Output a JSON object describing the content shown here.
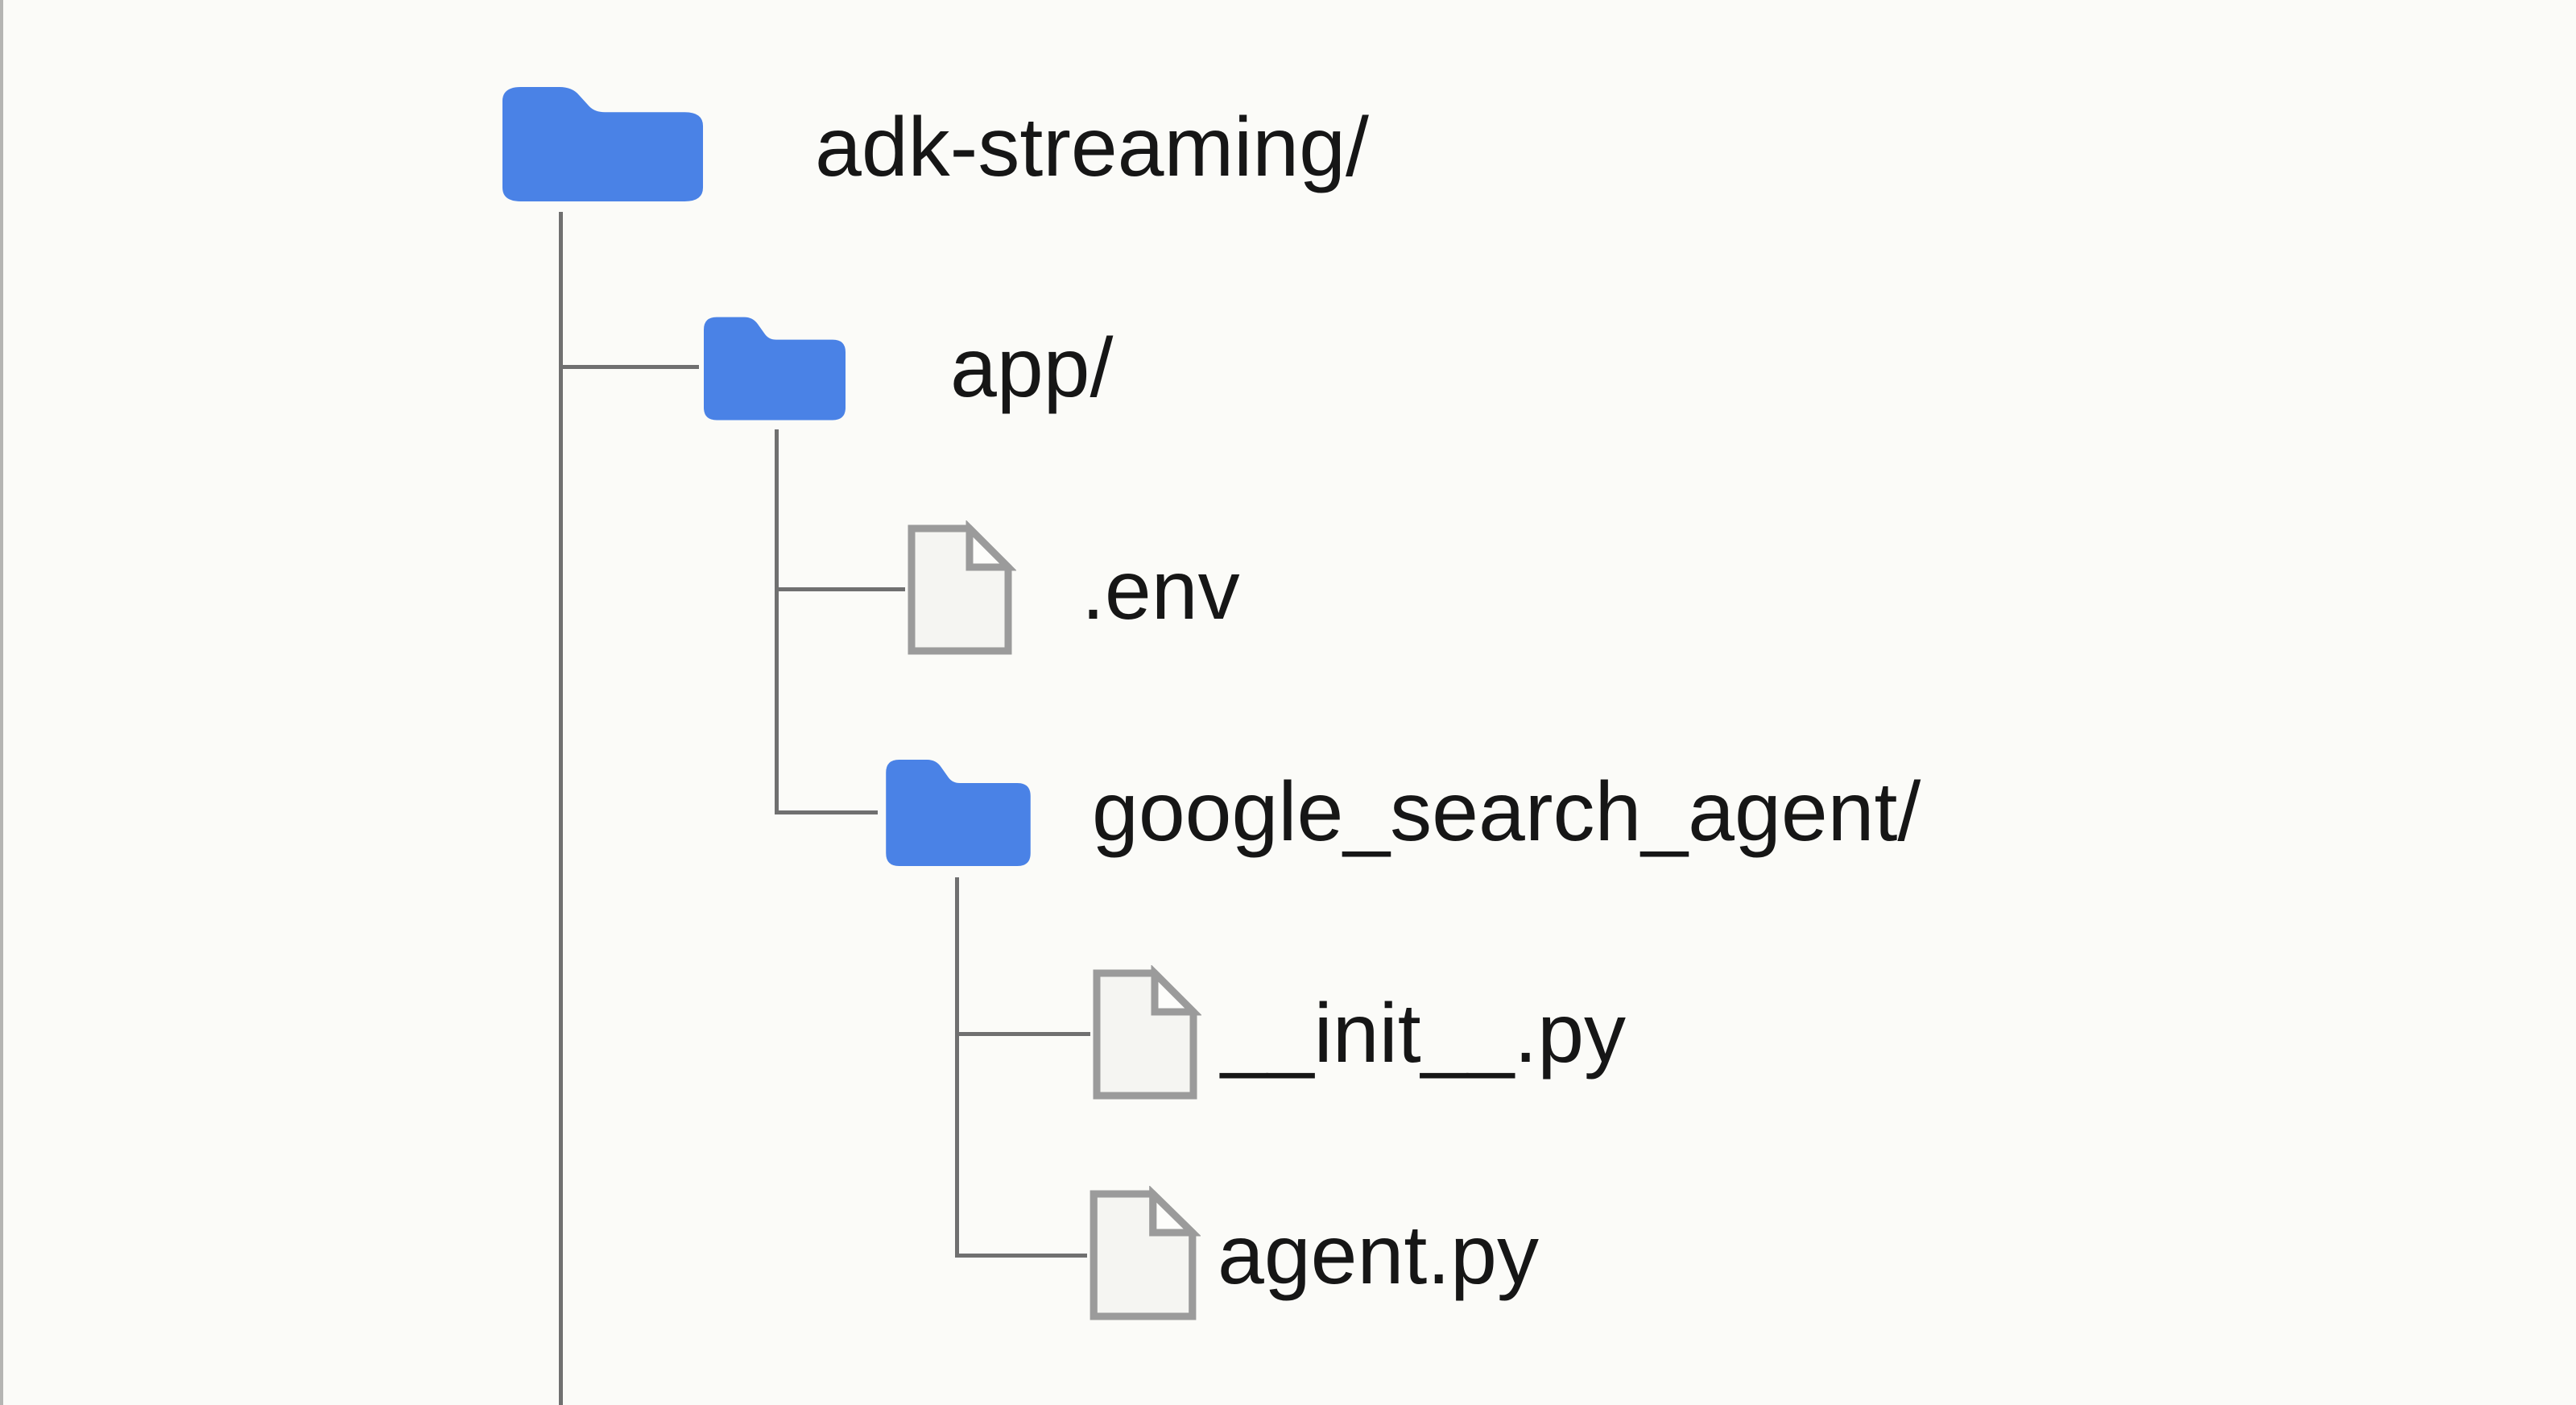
{
  "diagram": {
    "nodes": [
      {
        "label": "adk-streaming/",
        "type": "folder",
        "level": 0
      },
      {
        "label": "app/",
        "type": "folder",
        "level": 1
      },
      {
        "label": ".env",
        "type": "file",
        "level": 2
      },
      {
        "label": "google_search_agent/",
        "type": "folder",
        "level": 2
      },
      {
        "label": "__init__.py",
        "type": "file",
        "level": 3
      },
      {
        "label": "agent.py",
        "type": "file",
        "level": 3
      }
    ]
  },
  "colors": {
    "background": "#FBFBF8",
    "folder_blue": "#4A82E6",
    "connector_gray": "#707070",
    "file_fill": "#F5F5F2",
    "file_stroke": "#9B9B9B",
    "text": "#161616",
    "edge_line": "#B5B5B3"
  }
}
